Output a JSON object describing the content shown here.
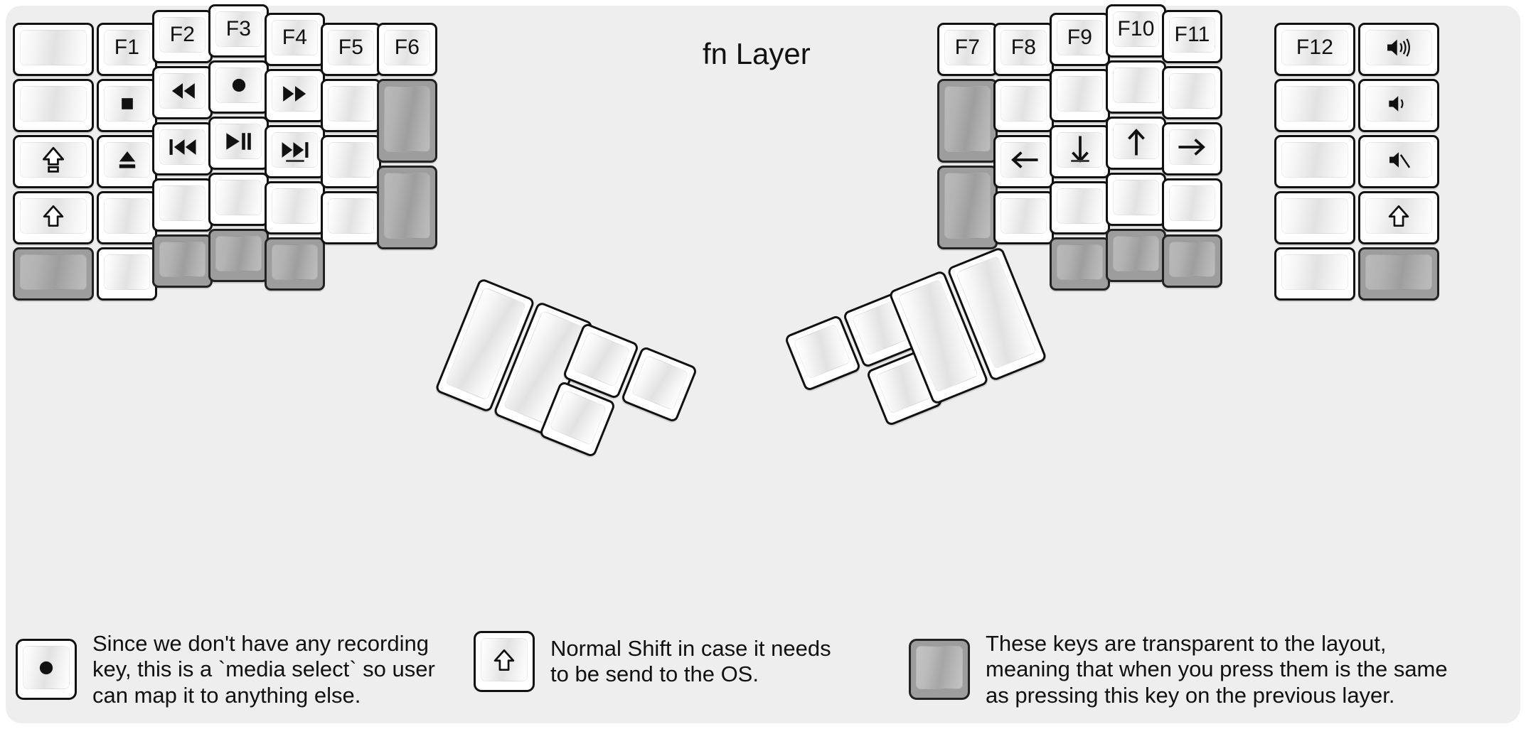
{
  "title": "fn Layer",
  "colors": {
    "background": "#eeeeee",
    "key_face": "#ffffff",
    "key_outline": "#111111",
    "transparent_key": "#9d9d9d",
    "glyph": "#111111"
  },
  "keyboard": {
    "name": "split ergonomic keyboard fn layer map",
    "left_half": {
      "columns": [
        {
          "name": "col-outer",
          "keys": [
            {
              "label": "",
              "icon": "",
              "transparent": false
            },
            {
              "label": "",
              "icon": "",
              "transparent": false
            },
            {
              "label": "",
              "icon": "caps-lock-icon",
              "transparent": false
            },
            {
              "label": "",
              "icon": "shift-icon",
              "transparent": false
            },
            {
              "label": "",
              "icon": "",
              "transparent": true
            }
          ]
        },
        {
          "name": "col-pinky",
          "keys": [
            {
              "label": "F1",
              "icon": "",
              "transparent": false
            },
            {
              "label": "",
              "icon": "media-stop-icon",
              "transparent": false
            },
            {
              "label": "",
              "icon": "media-eject-icon",
              "transparent": false
            },
            {
              "label": "",
              "icon": "",
              "transparent": false
            },
            {
              "label": "",
              "icon": "",
              "transparent": false
            }
          ]
        },
        {
          "name": "col-ring",
          "keys": [
            {
              "label": "F2",
              "icon": "",
              "transparent": false
            },
            {
              "label": "",
              "icon": "media-rewind-icon",
              "transparent": false
            },
            {
              "label": "",
              "icon": "media-previous-icon",
              "transparent": false
            },
            {
              "label": "",
              "icon": "",
              "transparent": false
            },
            {
              "label": "",
              "icon": "",
              "transparent": true
            }
          ]
        },
        {
          "name": "col-middle",
          "keys": [
            {
              "label": "F3",
              "icon": "",
              "transparent": false
            },
            {
              "label": "",
              "icon": "media-record-icon",
              "transparent": false
            },
            {
              "label": "",
              "icon": "media-play-pause-icon",
              "transparent": false
            },
            {
              "label": "",
              "icon": "",
              "transparent": false
            },
            {
              "label": "",
              "icon": "",
              "transparent": true
            }
          ]
        },
        {
          "name": "col-index",
          "keys": [
            {
              "label": "F4",
              "icon": "",
              "transparent": false
            },
            {
              "label": "",
              "icon": "media-fast-forward-icon",
              "transparent": false
            },
            {
              "label": "",
              "icon": "media-next-icon",
              "transparent": false,
              "homing": true
            },
            {
              "label": "",
              "icon": "",
              "transparent": false
            },
            {
              "label": "",
              "icon": "",
              "transparent": true
            }
          ]
        },
        {
          "name": "col-inner",
          "keys": [
            {
              "label": "F5",
              "icon": "",
              "transparent": false
            },
            {
              "label": "",
              "icon": "",
              "transparent": false
            },
            {
              "label": "",
              "icon": "",
              "transparent": false
            },
            {
              "label": "",
              "icon": "",
              "transparent": false
            }
          ]
        },
        {
          "name": "col-innermost",
          "keys": [
            {
              "label": "F6",
              "icon": "",
              "transparent": false
            },
            {
              "label": "",
              "icon": "",
              "transparent": true
            },
            {
              "label": "",
              "icon": "",
              "transparent": true
            }
          ]
        }
      ],
      "thumb_cluster": {
        "name": "left-thumb-cluster",
        "keys": 5
      }
    },
    "right_half": {
      "columns": [
        {
          "name": "col-innermost",
          "keys": [
            {
              "label": "F7",
              "icon": "",
              "transparent": false
            },
            {
              "label": "",
              "icon": "",
              "transparent": true
            },
            {
              "label": "",
              "icon": "",
              "transparent": true
            }
          ]
        },
        {
          "name": "col-inner",
          "keys": [
            {
              "label": "F8",
              "icon": "",
              "transparent": false
            },
            {
              "label": "",
              "icon": "",
              "transparent": false
            },
            {
              "label": "",
              "icon": "arrow-left-icon",
              "transparent": false
            },
            {
              "label": "",
              "icon": "",
              "transparent": false
            }
          ]
        },
        {
          "name": "col-index",
          "keys": [
            {
              "label": "F9",
              "icon": "",
              "transparent": false
            },
            {
              "label": "",
              "icon": "",
              "transparent": false
            },
            {
              "label": "",
              "icon": "arrow-down-icon",
              "transparent": false,
              "homing": true
            },
            {
              "label": "",
              "icon": "",
              "transparent": false
            },
            {
              "label": "",
              "icon": "",
              "transparent": true
            }
          ]
        },
        {
          "name": "col-middle",
          "keys": [
            {
              "label": "F10",
              "icon": "",
              "transparent": false
            },
            {
              "label": "",
              "icon": "",
              "transparent": false
            },
            {
              "label": "",
              "icon": "arrow-up-icon",
              "transparent": false
            },
            {
              "label": "",
              "icon": "",
              "transparent": false
            },
            {
              "label": "",
              "icon": "",
              "transparent": true
            }
          ]
        },
        {
          "name": "col-ring",
          "keys": [
            {
              "label": "F11",
              "icon": "",
              "transparent": false
            },
            {
              "label": "",
              "icon": "",
              "transparent": false
            },
            {
              "label": "",
              "icon": "arrow-right-icon",
              "transparent": false
            },
            {
              "label": "",
              "icon": "",
              "transparent": false
            },
            {
              "label": "",
              "icon": "",
              "transparent": true
            }
          ]
        },
        {
          "name": "col-pinky",
          "keys": [
            {
              "label": "F12",
              "icon": "",
              "transparent": false
            },
            {
              "label": "",
              "icon": "",
              "transparent": false
            },
            {
              "label": "",
              "icon": "",
              "transparent": false
            },
            {
              "label": "",
              "icon": "",
              "transparent": false
            },
            {
              "label": "",
              "icon": "",
              "transparent": false
            }
          ]
        },
        {
          "name": "col-outer",
          "keys": [
            {
              "label": "",
              "icon": "volume-up-icon",
              "transparent": false
            },
            {
              "label": "",
              "icon": "volume-down-icon",
              "transparent": false
            },
            {
              "label": "",
              "icon": "volume-mute-icon",
              "transparent": false
            },
            {
              "label": "",
              "icon": "shift-icon",
              "transparent": false
            },
            {
              "label": "",
              "icon": "",
              "transparent": true
            }
          ]
        }
      ],
      "thumb_cluster": {
        "name": "right-thumb-cluster",
        "keys": 5
      }
    }
  },
  "legend": [
    {
      "key_icon": "media-record-icon",
      "transparent": false,
      "text": "Since we don't have any recording\nkey, this is a `media select` so user\ncan map it to anything else."
    },
    {
      "key_icon": "shift-icon",
      "transparent": false,
      "text": "Normal Shift in case it needs\nto be send to the OS."
    },
    {
      "key_icon": "",
      "transparent": true,
      "text": "These keys are transparent to the layout,\nmeaning that when you press them is the same\nas pressing this key on the previous layer."
    }
  ]
}
